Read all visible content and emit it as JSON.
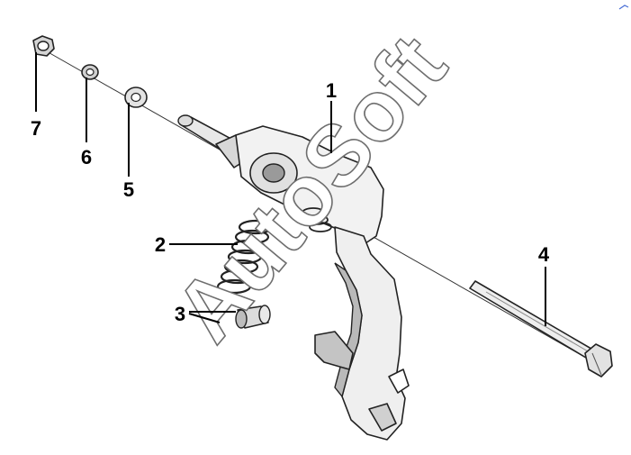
{
  "diagram": {
    "callouts": [
      {
        "id": "1",
        "label": "1"
      },
      {
        "id": "2",
        "label": "2"
      },
      {
        "id": "3",
        "label": "3"
      },
      {
        "id": "4",
        "label": "4"
      },
      {
        "id": "5",
        "label": "5"
      },
      {
        "id": "6",
        "label": "6"
      },
      {
        "id": "7",
        "label": "7"
      }
    ],
    "watermark": "AutoSoft",
    "colors": {
      "part_fill": "#f2f2f2",
      "shadow_fill": "#b9b9b9",
      "stroke": "#222222",
      "ink": "#000000"
    }
  }
}
